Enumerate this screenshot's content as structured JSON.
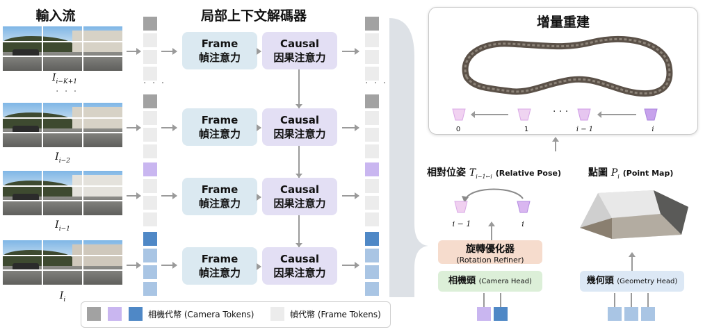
{
  "titles": {
    "input": "輸入流",
    "decoder": "局部上下文解碼器",
    "recon": "增量重建"
  },
  "frames": [
    {
      "label": "I",
      "sub": "i−K+1"
    },
    {
      "label": "I",
      "sub": "i−2"
    },
    {
      "label": "I",
      "sub": "i−1"
    },
    {
      "label": "I",
      "sub": "i"
    }
  ],
  "ellipsis": "· · ·",
  "blocks": {
    "frame_en": "Frame",
    "frame_zh": "幀注意力",
    "causal_en": "Causal",
    "causal_zh": "因果注意力"
  },
  "legend": {
    "camera_tokens": "相機代幣 (Camera Tokens)",
    "frame_tokens": "幀代幣 (Frame Tokens)"
  },
  "recon": {
    "cam_labels": [
      "0",
      "1",
      "i − 1",
      "i"
    ],
    "dots": "· · ·"
  },
  "relative_pose": {
    "prefix": "相對位姿",
    "sym": "T",
    "sub": "i−1←i",
    "en": "(Relative Pose)"
  },
  "point_map": {
    "prefix": "點圖",
    "sym": "P",
    "sub": "i",
    "en": "(Point Map)"
  },
  "pose_labels": [
    "i − 1",
    "i"
  ],
  "refiner": {
    "zh": "旋轉優化器",
    "en": "(Rotation Refiner)"
  },
  "camera_head": {
    "zh": "相機頭",
    "en": "(Camera Head)"
  },
  "geometry_head": {
    "zh": "幾何頭",
    "en": "(Geometry Head)"
  },
  "colors": {
    "frame_block": "#dbe9f1",
    "causal_block": "#e3dff4",
    "token_gray": "#a2a2a2",
    "token_light": "#ececec",
    "token_purple": "#c9b6f0",
    "token_blue_dark": "#4f88c6",
    "token_blue_light": "#a9c5e4",
    "camera_purple": "#c7a2ec",
    "camera_pink": "#eec6ee"
  }
}
